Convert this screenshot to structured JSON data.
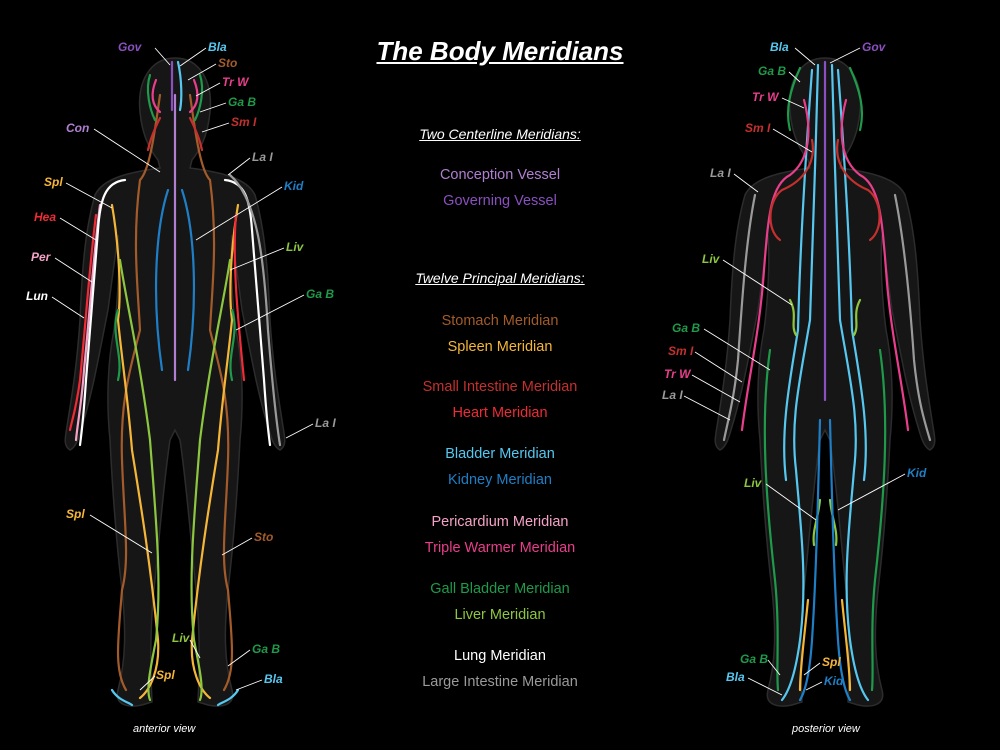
{
  "title": "The Body Meridians",
  "centerline_heading": "Two Centerline Meridians:",
  "principal_heading": "Twelve Principal Meridians:",
  "centerline_meridians": [
    {
      "name": "Conception Vessel",
      "color": "#b07fd0"
    },
    {
      "name": "Governing Vessel",
      "color": "#8a4fc0"
    }
  ],
  "principal_meridians": [
    {
      "name": "Stomach Meridian",
      "color": "#a35b2a"
    },
    {
      "name": "Spleen Meridian",
      "color": "#f5b638"
    },
    {
      "name": "Small Intestine Meridian",
      "color": "#c4302e"
    },
    {
      "name": "Heart Meridian",
      "color": "#ee2b36"
    },
    {
      "name": "Bladder Meridian",
      "color": "#56c8f0"
    },
    {
      "name": "Kidney Meridian",
      "color": "#1f7fc6"
    },
    {
      "name": "Pericardium Meridian",
      "color": "#f4a3c7"
    },
    {
      "name": "Triple Warmer Meridian",
      "color": "#e83e8c"
    },
    {
      "name": "Gall Bladder Meridian",
      "color": "#1e9a4a"
    },
    {
      "name": "Liver Meridian",
      "color": "#8dc63f"
    },
    {
      "name": "Lung Meridian",
      "color": "#ffffff"
    },
    {
      "name": "Large Intestine Meridian",
      "color": "#9a9a9a"
    }
  ],
  "views": {
    "anterior": "anterior view",
    "posterior": "posterior view"
  },
  "anterior_labels": [
    {
      "text": "Gov",
      "color": "#8a4fc0"
    },
    {
      "text": "Bla",
      "color": "#56c8f0"
    },
    {
      "text": "Sto",
      "color": "#a35b2a"
    },
    {
      "text": "Tr W",
      "color": "#e83e8c"
    },
    {
      "text": "Ga B",
      "color": "#1e9a4a"
    },
    {
      "text": "Sm I",
      "color": "#c4302e"
    },
    {
      "text": "Con",
      "color": "#b07fd0"
    },
    {
      "text": "La I",
      "color": "#9a9a9a"
    },
    {
      "text": "Spl",
      "color": "#f5b638"
    },
    {
      "text": "Kid",
      "color": "#1f7fc6"
    },
    {
      "text": "Hea",
      "color": "#ee2b36"
    },
    {
      "text": "Liv",
      "color": "#8dc63f"
    },
    {
      "text": "Per",
      "color": "#f4a3c7"
    },
    {
      "text": "Ga B",
      "color": "#1e9a4a"
    },
    {
      "text": "Lun",
      "color": "#ffffff"
    },
    {
      "text": "La I",
      "color": "#9a9a9a"
    },
    {
      "text": "Spl",
      "color": "#f5b638"
    },
    {
      "text": "Sto",
      "color": "#a35b2a"
    },
    {
      "text": "Liv",
      "color": "#8dc63f"
    },
    {
      "text": "Ga B",
      "color": "#1e9a4a"
    },
    {
      "text": "Spl",
      "color": "#f5b638"
    },
    {
      "text": "Bla",
      "color": "#56c8f0"
    }
  ],
  "posterior_labels": [
    {
      "text": "Bla",
      "color": "#56c8f0"
    },
    {
      "text": "Gov",
      "color": "#8a4fc0"
    },
    {
      "text": "Ga B",
      "color": "#1e9a4a"
    },
    {
      "text": "Tr W",
      "color": "#e83e8c"
    },
    {
      "text": "Sm I",
      "color": "#c4302e"
    },
    {
      "text": "La I",
      "color": "#9a9a9a"
    },
    {
      "text": "Liv",
      "color": "#8dc63f"
    },
    {
      "text": "Ga B",
      "color": "#1e9a4a"
    },
    {
      "text": "Sm I",
      "color": "#c4302e"
    },
    {
      "text": "Tr W",
      "color": "#e83e8c"
    },
    {
      "text": "La I",
      "color": "#9a9a9a"
    },
    {
      "text": "Liv",
      "color": "#8dc63f"
    },
    {
      "text": "Kid",
      "color": "#1f7fc6"
    },
    {
      "text": "Ga B",
      "color": "#1e9a4a"
    },
    {
      "text": "Spl",
      "color": "#f5b638"
    },
    {
      "text": "Bla",
      "color": "#56c8f0"
    },
    {
      "text": "Kid",
      "color": "#1f7fc6"
    }
  ]
}
